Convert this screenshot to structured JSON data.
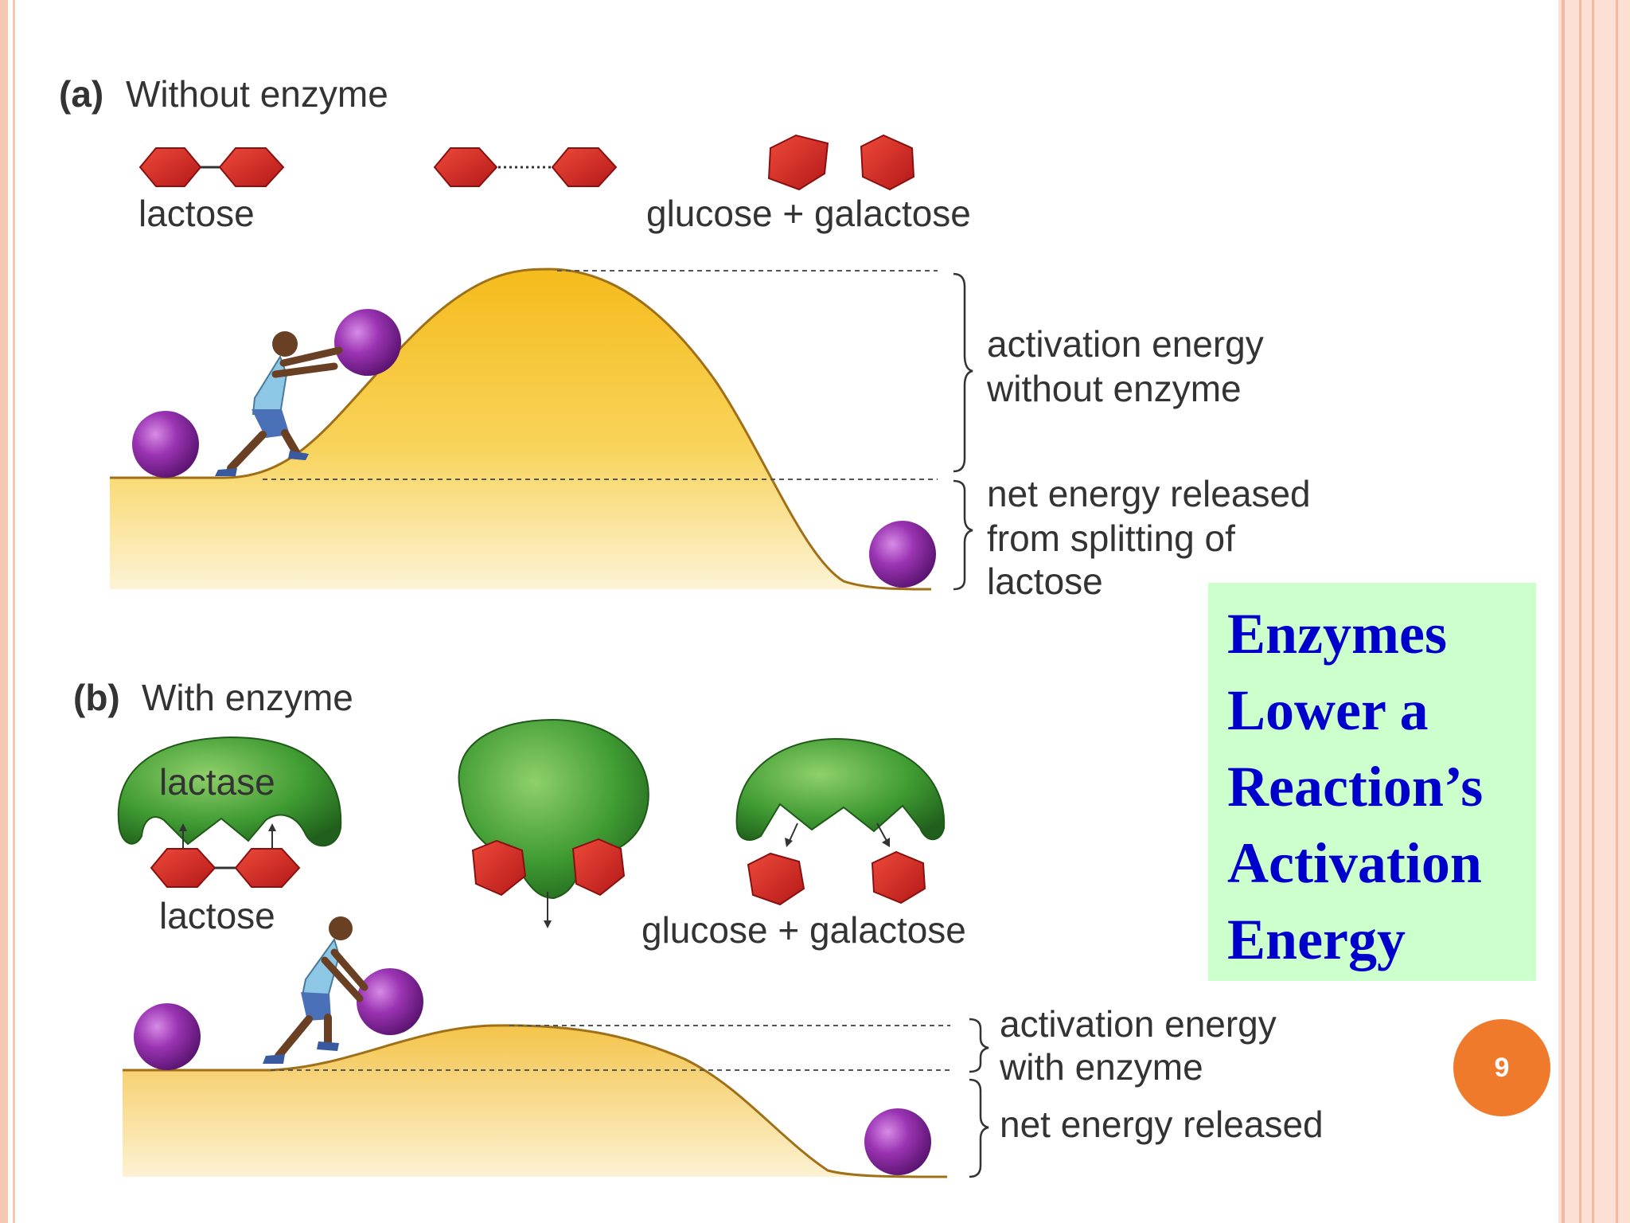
{
  "panel_a": {
    "letter": "(a)",
    "title": "Without enzyme",
    "substrate_label": "lactose",
    "products_label": "glucose + galactose",
    "activation_label_line1": "activation energy",
    "activation_label_line2": "without enzyme",
    "net_label_line1": "net energy released",
    "net_label_line2": "from splitting of",
    "net_label_line3": "lactose"
  },
  "panel_b": {
    "letter": "(b)",
    "title": "With enzyme",
    "enzyme_label": "lactase",
    "substrate_label": "lactose",
    "products_label": "glucose + galactose",
    "activation_label_line1": "activation energy",
    "activation_label_line2": "with enzyme",
    "net_label": "net energy released"
  },
  "callout": {
    "lines": [
      "Enzymes",
      "Lower a",
      "Reaction’s",
      "Activation",
      "Energy"
    ]
  },
  "page_number": "9",
  "colors": {
    "hill": "#f5c02a",
    "ball": "#8b2a9e",
    "molecule": "#cc2222",
    "enzyme": "#3e8f2f",
    "callout_bg": "#ccffcc",
    "callout_text": "#0000cc",
    "badge": "#f07a2c"
  }
}
